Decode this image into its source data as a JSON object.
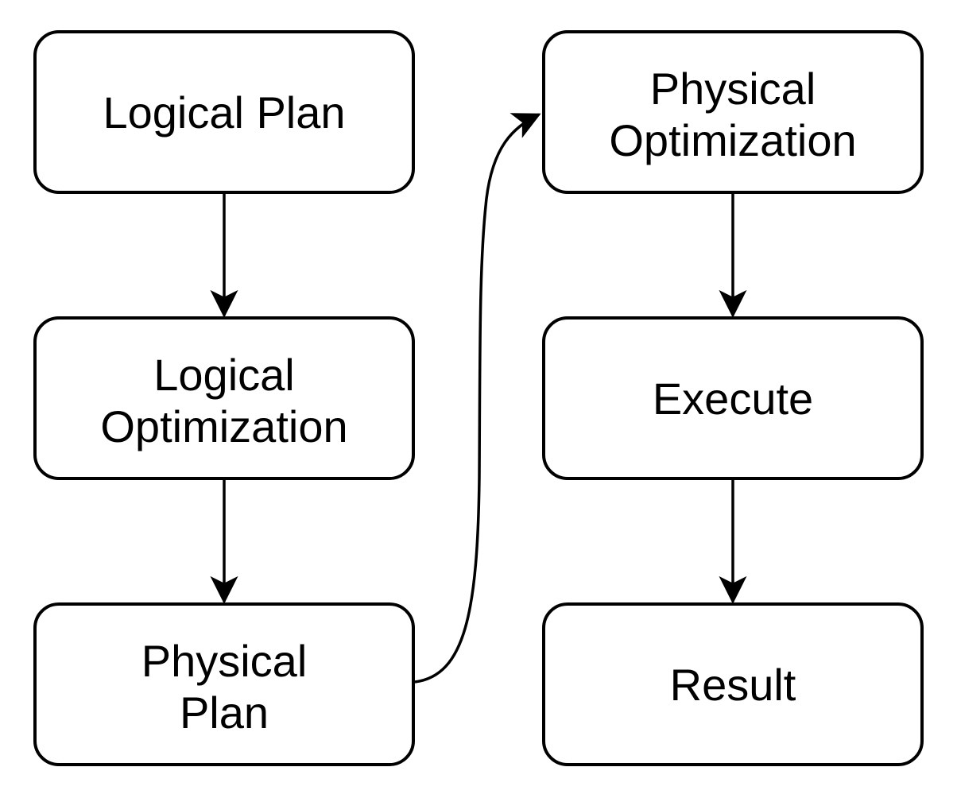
{
  "diagram": {
    "type": "flowchart",
    "colors": {
      "background": "#ffffff",
      "node_fill": "#ffffff",
      "node_stroke": "#000000",
      "text": "#000000",
      "arrow": "#000000"
    },
    "nodes": {
      "logical_plan": {
        "label": "Logical Plan",
        "line1": "Logical Plan"
      },
      "logical_optimization": {
        "label": "Logical Optimization",
        "line1": "Logical",
        "line2": "Optimization"
      },
      "physical_plan": {
        "label": "Physical Plan",
        "line1": "Physical",
        "line2": "Plan"
      },
      "physical_optimization": {
        "label": "Physical Optimization",
        "line1": "Physical",
        "line2": "Optimization"
      },
      "execute": {
        "label": "Execute",
        "line1": "Execute"
      },
      "result": {
        "label": "Result",
        "line1": "Result"
      }
    },
    "edges": [
      {
        "from": "Logical Plan",
        "to": "Logical Optimization",
        "style": "straight-down"
      },
      {
        "from": "Logical Optimization",
        "to": "Physical Plan",
        "style": "straight-down"
      },
      {
        "from": "Physical Plan",
        "to": "Physical Optimization",
        "style": "curved-up"
      },
      {
        "from": "Physical Optimization",
        "to": "Execute",
        "style": "straight-down"
      },
      {
        "from": "Execute",
        "to": "Result",
        "style": "straight-down"
      }
    ]
  }
}
